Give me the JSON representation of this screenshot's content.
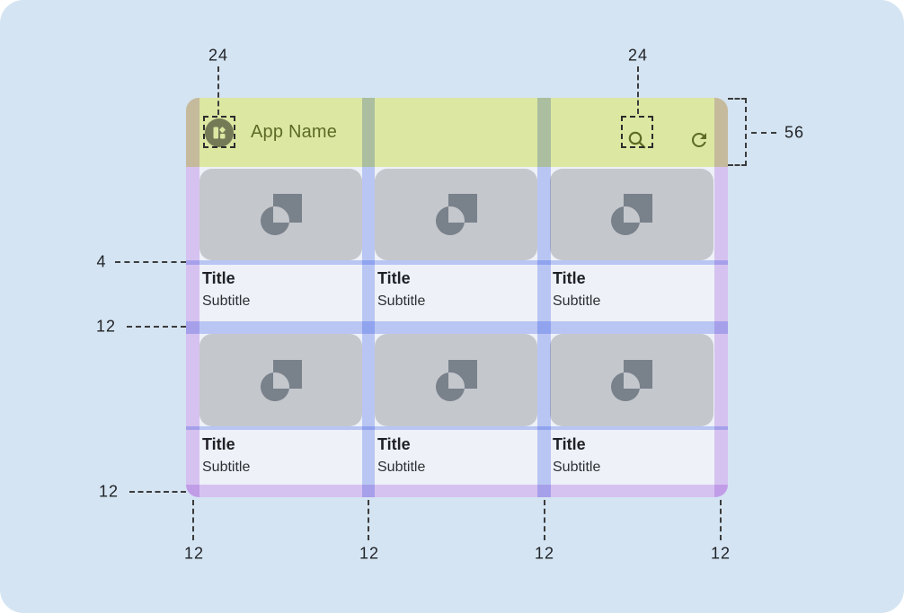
{
  "appbar": {
    "app_name": "App Name",
    "logo_icon": "dashboard-icon",
    "search_icon": "search-icon",
    "refresh_icon": "refresh-icon"
  },
  "cards": [
    {
      "title": "Title",
      "subtitle": "Subtitle"
    },
    {
      "title": "Title",
      "subtitle": "Subtitle"
    },
    {
      "title": "Title",
      "subtitle": "Subtitle"
    },
    {
      "title": "Title",
      "subtitle": "Subtitle"
    },
    {
      "title": "Title",
      "subtitle": "Subtitle"
    },
    {
      "title": "Title",
      "subtitle": "Subtitle"
    }
  ],
  "annotations": {
    "logo_icon_size": "24",
    "search_icon_size": "24",
    "appbar_height": "56",
    "title_gap": "4",
    "row_gutter": "12",
    "bottom_margin": "12",
    "bottom_left_margin": "12",
    "bottom_gutter_1": "12",
    "bottom_gutter_2": "12",
    "bottom_right_margin": "12"
  },
  "colors": {
    "canvas_bg": "#d4e4f2",
    "appbar_bg": "#dce7a2",
    "appbar_fg": "#5c6a27",
    "logo_circle": "#757a56",
    "content_bg": "#eef1f8",
    "card_image_bg": "#c4c7cc",
    "card_icon": "#79818b",
    "title_fg": "#1f2126",
    "subtitle_fg": "#2c2f33",
    "margin_overlay": "#e6cef7",
    "gutter_overlay": "#c6d2fa",
    "annotation_fg": "#212327"
  }
}
